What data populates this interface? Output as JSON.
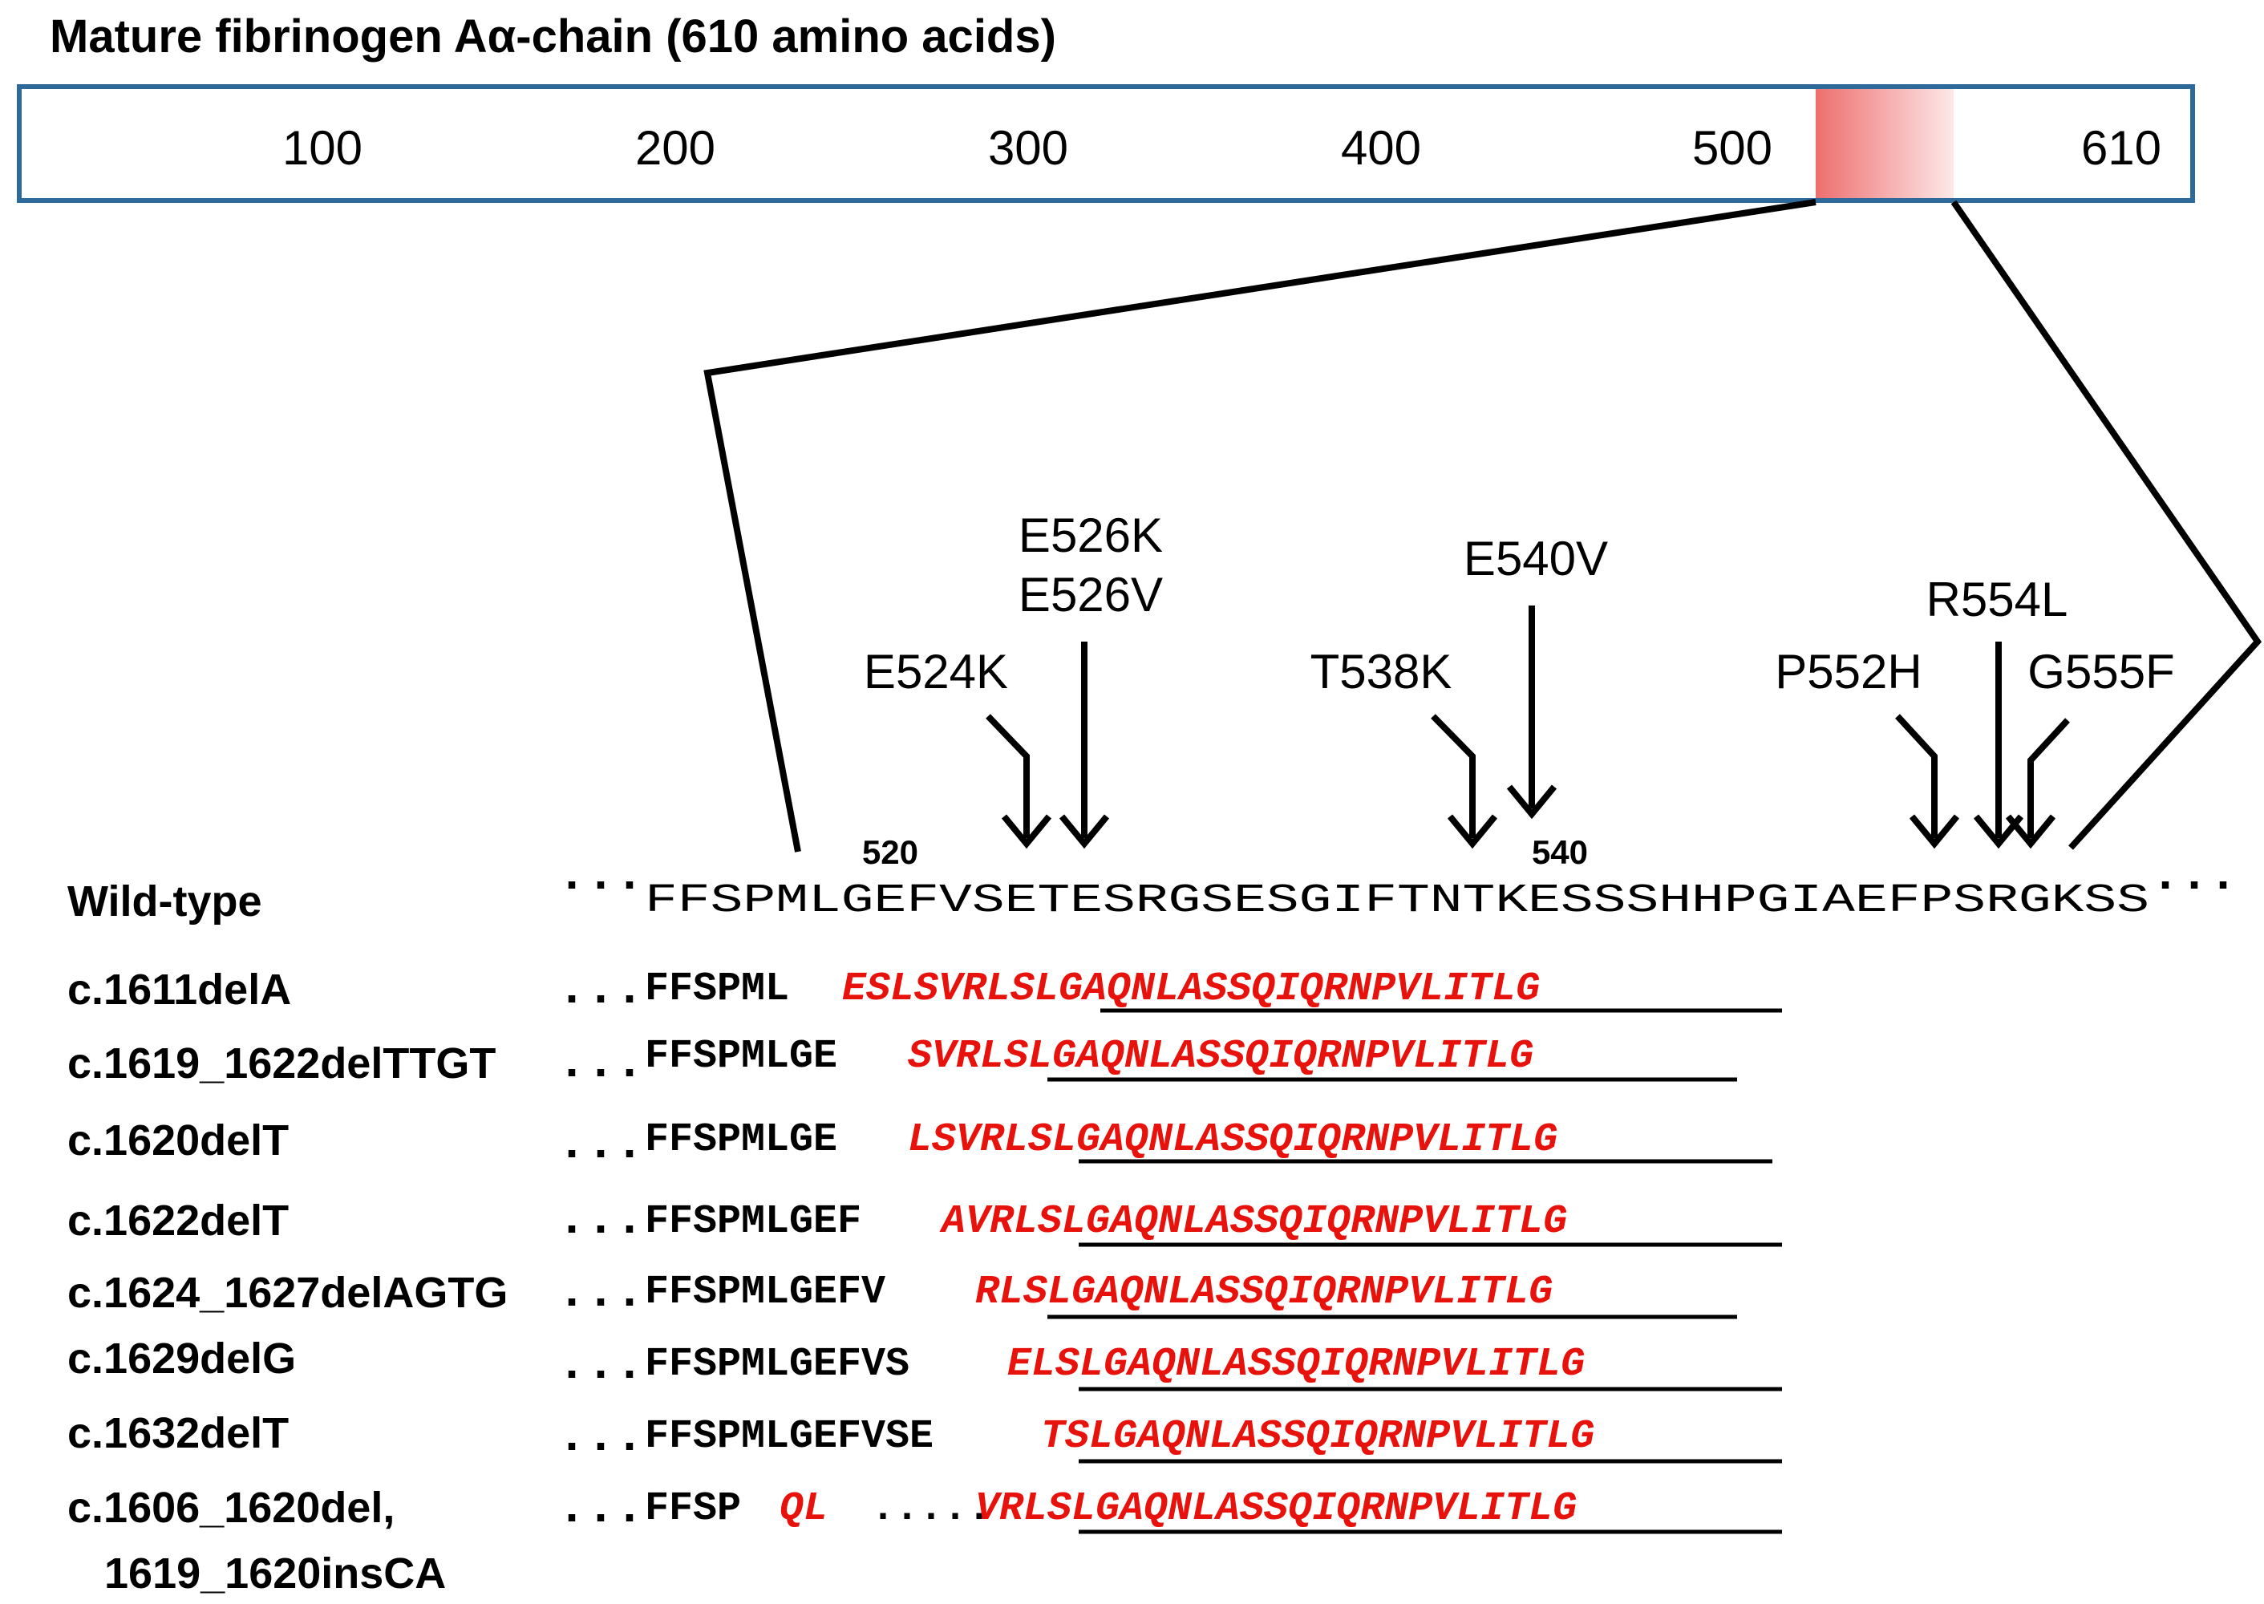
{
  "title": "Mature fibrinogen Aα-chain (610 amino acids)",
  "scale_labels": [
    "100",
    "200",
    "300",
    "400",
    "500",
    "610"
  ],
  "position_markers": [
    "520",
    "540"
  ],
  "mutations": [
    "E524K",
    "E526K",
    "E526V",
    "E540V",
    "T538K",
    "P552H",
    "R554L",
    "G555F"
  ],
  "ellipsis": "...",
  "gap_dots": ".....",
  "wild_type": {
    "label": "Wild-type",
    "sequence": "FFSPMLGEFVSETESRGSESGIFTNTKESSSHHPGIAEFPSRGKSS"
  },
  "variants": [
    {
      "label": "c.1611delA",
      "normal": "FFSPML",
      "mutant": "ESLSVRLSLGAQNLASSQIQRNPVLITLG",
      "underlined": "SLGAQNLASSQIQRNPVLITLG"
    },
    {
      "label": "c.1619_1622delTTGT",
      "normal": "FFSPMLGE",
      "mutant": "SVRLSLGAQNLASSQIQRNPVLITLG",
      "underlined": "SLGAQNLASSQIQRNPVLITLG"
    },
    {
      "label": "c.1620delT",
      "normal": "FFSPMLGE",
      "mutant": "LSVRLSLGAQNLASSQIQRNPVLITLG",
      "underlined": "SLGAQNLASSQIQRNPVLITLG"
    },
    {
      "label": "c.1622delT",
      "normal": "FFSPMLGEF",
      "mutant": "AVRLSLGAQNLASSQIQRNPVLITLG",
      "underlined": "SLGAQNLASSQIQRNPVLITLG"
    },
    {
      "label": "c.1624_1627delAGTG",
      "normal": "FFSPMLGEFV",
      "mutant": "RLSLGAQNLASSQIQRNPVLITLG",
      "underlined": "SLGAQNLASSQIQRNPVLITLG"
    },
    {
      "label": "c.1629delG",
      "normal": "FFSPMLGEFVS",
      "mutant": "ELSLGAQNLASSQIQRNPVLITLG",
      "underlined": "SLGAQNLASSQIQRNPVLITLG"
    },
    {
      "label": "c.1632delT",
      "normal": "FFSPMLGEFVSE",
      "mutant": "TSLGAQNLASSQIQRNPVLITLG",
      "underlined": "SLGAQNLASSQIQRNPVLITLG"
    },
    {
      "label": "c.1606_1620del,",
      "label2": "1619_1620insCA",
      "normal": "FFSP",
      "mutant_a": "QL",
      "mutant": "VRLSLGAQNLASSQIQRNPVLITLG",
      "underlined": "SLGAQNLASSQIQRNPVLITLG"
    }
  ],
  "colors": {
    "bar_border": "#2e6a99",
    "mutant_text": "#e8120c",
    "highlight": "#ee6f6f",
    "text": "#000000"
  }
}
